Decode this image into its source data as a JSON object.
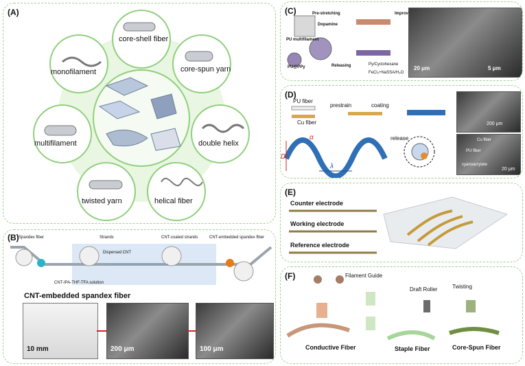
{
  "panel_a": {
    "label": "(A)",
    "center_items": [
      "core-shell fiber",
      "core-spun yarn",
      "double helix",
      "helical fiber",
      "twisted yarn",
      "multifilament",
      "monofilament"
    ]
  },
  "panel_b": {
    "label": "(B)",
    "spandex_fiber": "Spandex fiber",
    "strands": "Strands",
    "dispersed_cnt": "Dispersed CNT",
    "cnt_coated": "CNT-coated strands",
    "cnt_embedded": "CNT-embedded spandex fiber",
    "solution": "CNT-IPA-THF-TFA solution",
    "subtitle": "CNT-embedded spandex fiber",
    "scale1": "10 mm",
    "scale2": "200 μm",
    "scale3": "100 μm"
  },
  "panel_c": {
    "label": "(C)",
    "pre_stretching": "Pre-stretching",
    "dopamine": "Dopamine",
    "in_situ": "Improved in situ polymerization",
    "pu_multifilament": "PU multifilament",
    "pu_ppy": "PU@PPy",
    "releasing": "Releasing",
    "legend1": "Py/Cyclohexane",
    "legend2": "FeCl₃+NaSSA/H₂O",
    "scale1": "20 μm",
    "scale2": "5 μm"
  },
  "panel_d": {
    "label": "(D)",
    "pu_fiber": "PU fiber",
    "cu_fiber": "Cu fiber",
    "prestrain": "prestrain",
    "coating": "coating",
    "release": "release",
    "alpha": "α",
    "d": "D",
    "lambda": "λ",
    "scale1": "200 μm",
    "cu_fiber2": "Cu fiber",
    "pu_fiber2": "PU fiber",
    "cyanoacrylate": "cyanoacrylate",
    "scale2": "20 μm"
  },
  "panel_e": {
    "label": "(E)",
    "counter": "Counter electrode",
    "working": "Working electrode",
    "reference": "Reference electrode"
  },
  "panel_f": {
    "label": "(F)",
    "filament_guide": "Filament Guide",
    "draft_roller": "Draft Roller",
    "twisting": "Twisting",
    "conductive": "Conductive Fiber",
    "staple": "Staple Fiber",
    "core_spun": "Core-Spun Fiber"
  },
  "colors": {
    "green_border": "#9fcf8f",
    "red_arrow": "#d72020",
    "blue_fiber": "#2f6fb5",
    "gold_fiber": "#d8a84a"
  }
}
